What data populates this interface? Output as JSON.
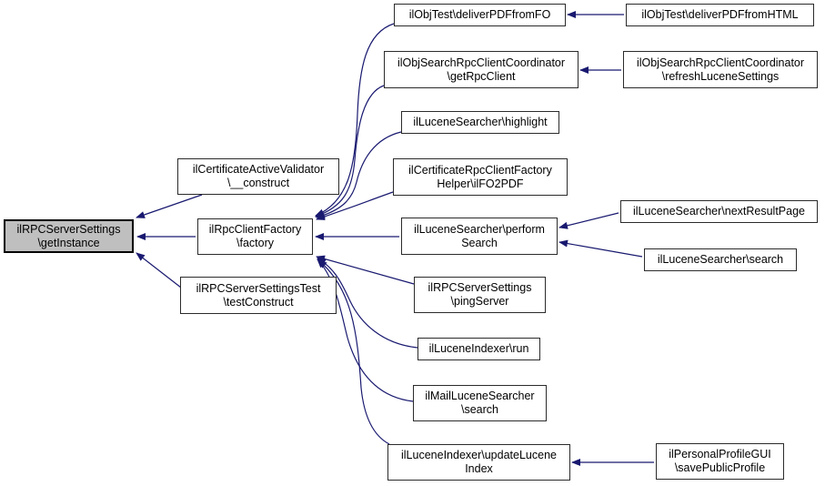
{
  "diagram": {
    "type": "call-graph",
    "colors": {
      "edge": "#191970",
      "node_border": "#2b2b2b",
      "node_fill": "#ffffff",
      "highlight_fill": "#bfbfbf",
      "text": "#000000",
      "background": "#ffffff"
    },
    "nodes": [
      {
        "id": "getInstance",
        "lines": [
          "ilRPCServerSettings",
          "\\getInstance"
        ],
        "highlighted": true
      },
      {
        "id": "certActiveValidator",
        "lines": [
          "ilCertificateActiveValidator",
          "\\__construct"
        ],
        "highlighted": false
      },
      {
        "id": "rpcFactory",
        "lines": [
          "ilRpcClientFactory",
          "\\factory"
        ],
        "highlighted": false
      },
      {
        "id": "settingsTest",
        "lines": [
          "ilRPCServerSettingsTest",
          "\\testConstruct"
        ],
        "highlighted": false
      },
      {
        "id": "deliverPDFfromFO",
        "lines": [
          "ilObjTest\\deliverPDFfromFO"
        ],
        "highlighted": false
      },
      {
        "id": "getRpcClient",
        "lines": [
          "ilObjSearchRpcClientCoordinator",
          "\\getRpcClient"
        ],
        "highlighted": false
      },
      {
        "id": "highlight",
        "lines": [
          "ilLuceneSearcher\\highlight"
        ],
        "highlighted": false
      },
      {
        "id": "fo2pdfHelper",
        "lines": [
          "ilCertificateRpcClientFactory",
          "Helper\\ilFO2PDF"
        ],
        "highlighted": false
      },
      {
        "id": "performSearch",
        "lines": [
          "ilLuceneSearcher\\perform",
          "Search"
        ],
        "highlighted": false
      },
      {
        "id": "pingServer",
        "lines": [
          "ilRPCServerSettings",
          "\\pingServer"
        ],
        "highlighted": false
      },
      {
        "id": "indexerRun",
        "lines": [
          "ilLuceneIndexer\\run"
        ],
        "highlighted": false
      },
      {
        "id": "mailSearch",
        "lines": [
          "ilMailLuceneSearcher",
          "\\search"
        ],
        "highlighted": false
      },
      {
        "id": "updateLuceneIndex",
        "lines": [
          "ilLuceneIndexer\\updateLucene",
          "Index"
        ],
        "highlighted": false
      },
      {
        "id": "deliverPDFfromHTML",
        "lines": [
          "ilObjTest\\deliverPDFfromHTML"
        ],
        "highlighted": false
      },
      {
        "id": "refreshLuceneSettings",
        "lines": [
          "ilObjSearchRpcClientCoordinator",
          "\\refreshLuceneSettings"
        ],
        "highlighted": false
      },
      {
        "id": "nextResultPage",
        "lines": [
          "ilLuceneSearcher\\nextResultPage"
        ],
        "highlighted": false
      },
      {
        "id": "luceneSearch",
        "lines": [
          "ilLuceneSearcher\\search"
        ],
        "highlighted": false
      },
      {
        "id": "savePublicProfile",
        "lines": [
          "ilPersonalProfileGUI",
          "\\savePublicProfile"
        ],
        "highlighted": false
      }
    ],
    "edges": [
      {
        "from": "certActiveValidator",
        "to": "getInstance"
      },
      {
        "from": "rpcFactory",
        "to": "getInstance"
      },
      {
        "from": "settingsTest",
        "to": "getInstance"
      },
      {
        "from": "deliverPDFfromFO",
        "to": "rpcFactory"
      },
      {
        "from": "getRpcClient",
        "to": "rpcFactory"
      },
      {
        "from": "highlight",
        "to": "rpcFactory"
      },
      {
        "from": "fo2pdfHelper",
        "to": "rpcFactory"
      },
      {
        "from": "performSearch",
        "to": "rpcFactory"
      },
      {
        "from": "pingServer",
        "to": "rpcFactory"
      },
      {
        "from": "indexerRun",
        "to": "rpcFactory"
      },
      {
        "from": "mailSearch",
        "to": "rpcFactory"
      },
      {
        "from": "updateLuceneIndex",
        "to": "rpcFactory"
      },
      {
        "from": "deliverPDFfromHTML",
        "to": "deliverPDFfromFO"
      },
      {
        "from": "refreshLuceneSettings",
        "to": "getRpcClient"
      },
      {
        "from": "nextResultPage",
        "to": "performSearch"
      },
      {
        "from": "luceneSearch",
        "to": "performSearch"
      },
      {
        "from": "savePublicProfile",
        "to": "updateLuceneIndex"
      }
    ]
  }
}
